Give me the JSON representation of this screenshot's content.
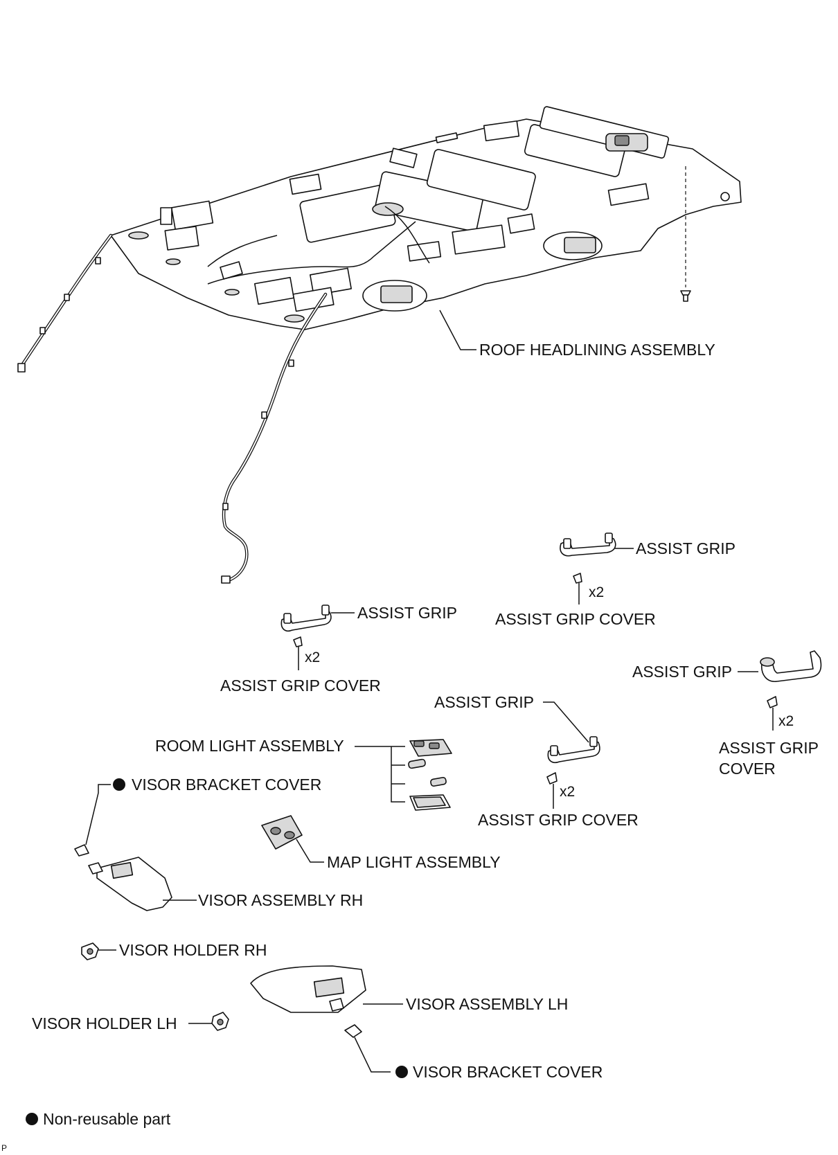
{
  "labels": {
    "roof_headlining": "ROOF HEADLINING ASSEMBLY",
    "assist_grip_1": "ASSIST GRIP",
    "assist_grip_2": "ASSIST GRIP",
    "assist_grip_3": "ASSIST GRIP",
    "assist_grip_4": "ASSIST GRIP",
    "assist_grip_cover_1": "ASSIST GRIP COVER",
    "assist_grip_cover_2": "ASSIST GRIP COVER",
    "assist_grip_cover_3": "ASSIST GRIP COVER",
    "assist_grip_cover_4_line1": "ASSIST GRIP",
    "assist_grip_cover_4_line2": "COVER",
    "room_light": "ROOM LIGHT ASSEMBLY",
    "visor_bracket_cover_1": "VISOR BRACKET COVER",
    "visor_bracket_cover_2": "VISOR BRACKET COVER",
    "map_light": "MAP LIGHT ASSEMBLY",
    "visor_assembly_rh": "VISOR ASSEMBLY RH",
    "visor_holder_rh": "VISOR HOLDER RH",
    "visor_assembly_lh": "VISOR ASSEMBLY LH",
    "visor_holder_lh": "VISOR HOLDER LH"
  },
  "quantities": {
    "q1": "x2",
    "q2": "x2",
    "q3": "x2",
    "q4": "x2"
  },
  "legend": {
    "text": "Non-reusable part"
  },
  "figure_code": "P"
}
